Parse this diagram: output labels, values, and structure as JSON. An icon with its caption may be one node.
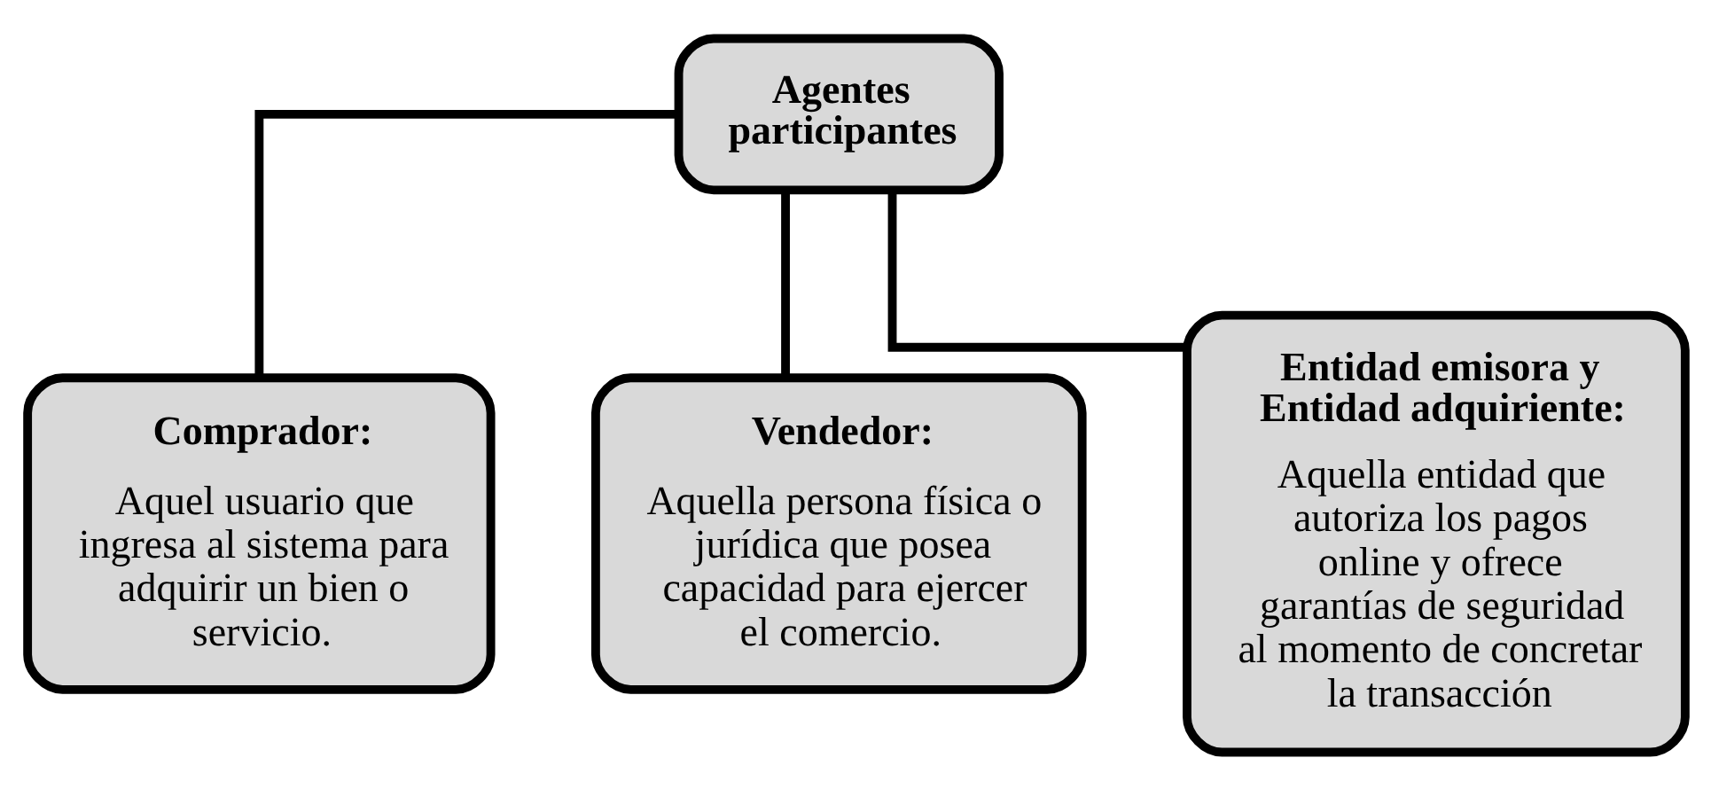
{
  "diagram": {
    "nodes": [
      {
        "text": [
          "Agentes participantes"
        ]
      },
      {
        "text": [
          "Comprador:",
          "Aquel usuario que ingresa al sistema para adquirir un bien o servicio."
        ]
      },
      {
        "text": [
          "Vendedor:",
          "Aquella persona física o jurídica que posea capacidad para ejercer el comercio."
        ]
      },
      {
        "text": [
          "Entidad emisora y Entidad adquiriente:",
          "Aquella entidad que autoriza los pagos online y ofrece garantías de seguridad al momento de concretar la transacción"
        ]
      }
    ],
    "edges": [
      {
        "from": 0,
        "to": 1,
        "arrow": "none"
      },
      {
        "from": 0,
        "to": 2,
        "arrow": "none"
      },
      {
        "from": 0,
        "to": 3,
        "arrow": "none"
      }
    ]
  }
}
